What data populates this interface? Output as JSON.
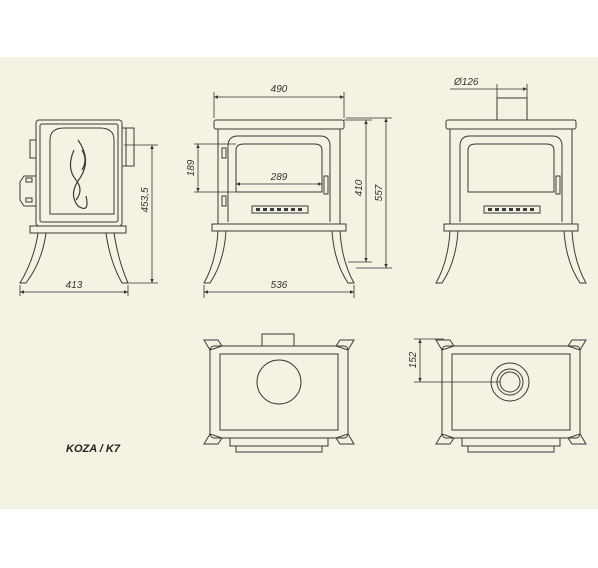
{
  "title": "KOZA / K7",
  "dimensions": {
    "front_width_top": "490",
    "front_width_base": "536",
    "window_width": "289",
    "window_height": "189",
    "front_height_body": "410",
    "front_height_total": "557",
    "side_depth": "413",
    "side_height": "453,5",
    "flue_diameter": "Ø126",
    "top_offset": "152"
  },
  "colors": {
    "background": "#f4f2e2",
    "line": "#3a3a3a"
  }
}
